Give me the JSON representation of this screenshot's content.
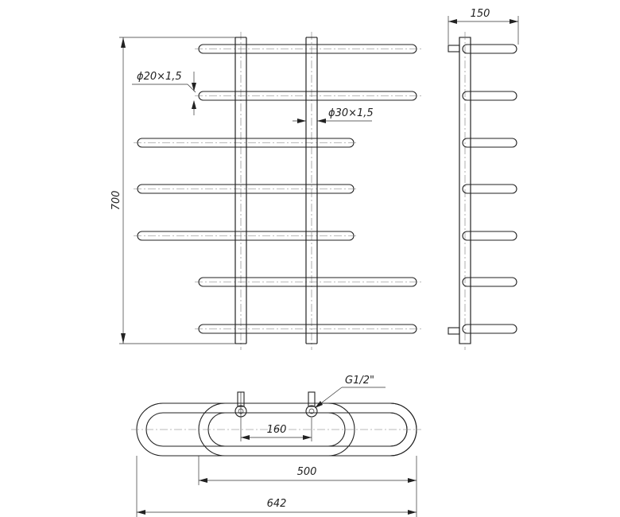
{
  "labels": {
    "height": "700",
    "depth": "150",
    "rail_pipe": "ϕ20×1,5",
    "riser_pipe": "ϕ30×1,5",
    "thread": "G1/2\"",
    "connection_spacing": "160",
    "narrow_width": "500",
    "full_width": "642"
  }
}
